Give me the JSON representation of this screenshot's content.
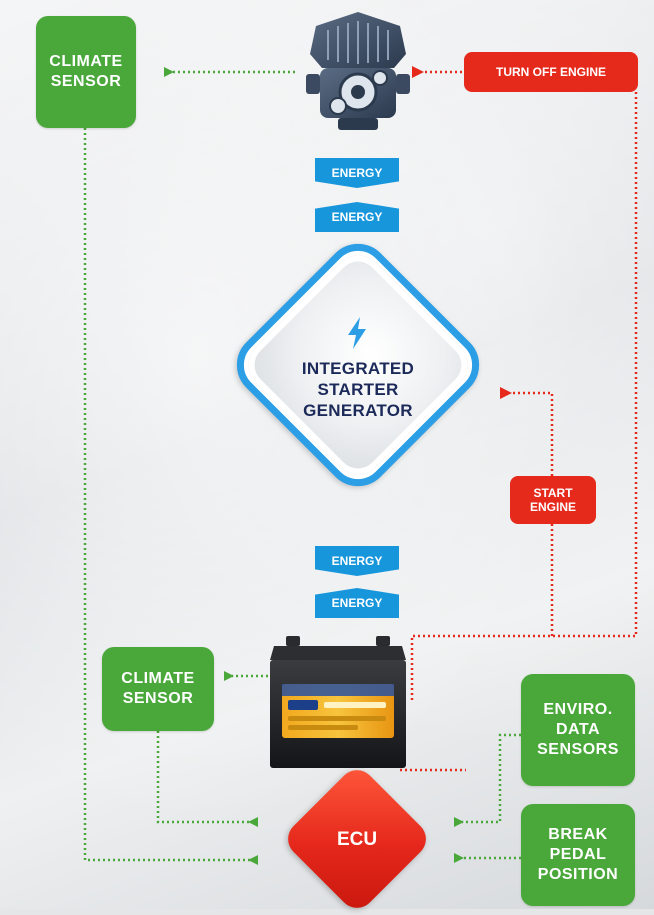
{
  "nodes": {
    "climate_sensor_top": [
      "CLIMATE",
      "SENSOR"
    ],
    "climate_sensor_bottom": [
      "CLIMATE",
      "SENSOR"
    ],
    "enviro_data_sensors": [
      "ENVIRO.",
      "DATA",
      "SENSORS"
    ],
    "break_pedal_position": [
      "BREAK",
      "PEDAL",
      "POSITION"
    ],
    "turn_off_engine": "TURN OFF ENGINE",
    "start_engine": [
      "START",
      "ENGINE"
    ],
    "isg": [
      "INTEGRATED",
      "STARTER",
      "GENERATOR"
    ],
    "ecu": "ECU",
    "energy_labels": [
      "ENERGY",
      "ENERGY",
      "ENERGY",
      "ENERGY"
    ]
  },
  "icons": {
    "engine": "engine-icon",
    "battery": "car-battery-icon",
    "lightning": "lightning-bolt-icon"
  },
  "colors": {
    "green": "#4aa83b",
    "red": "#e52a1c",
    "blue": "#1896dc",
    "navy": "#1c2a5a"
  }
}
